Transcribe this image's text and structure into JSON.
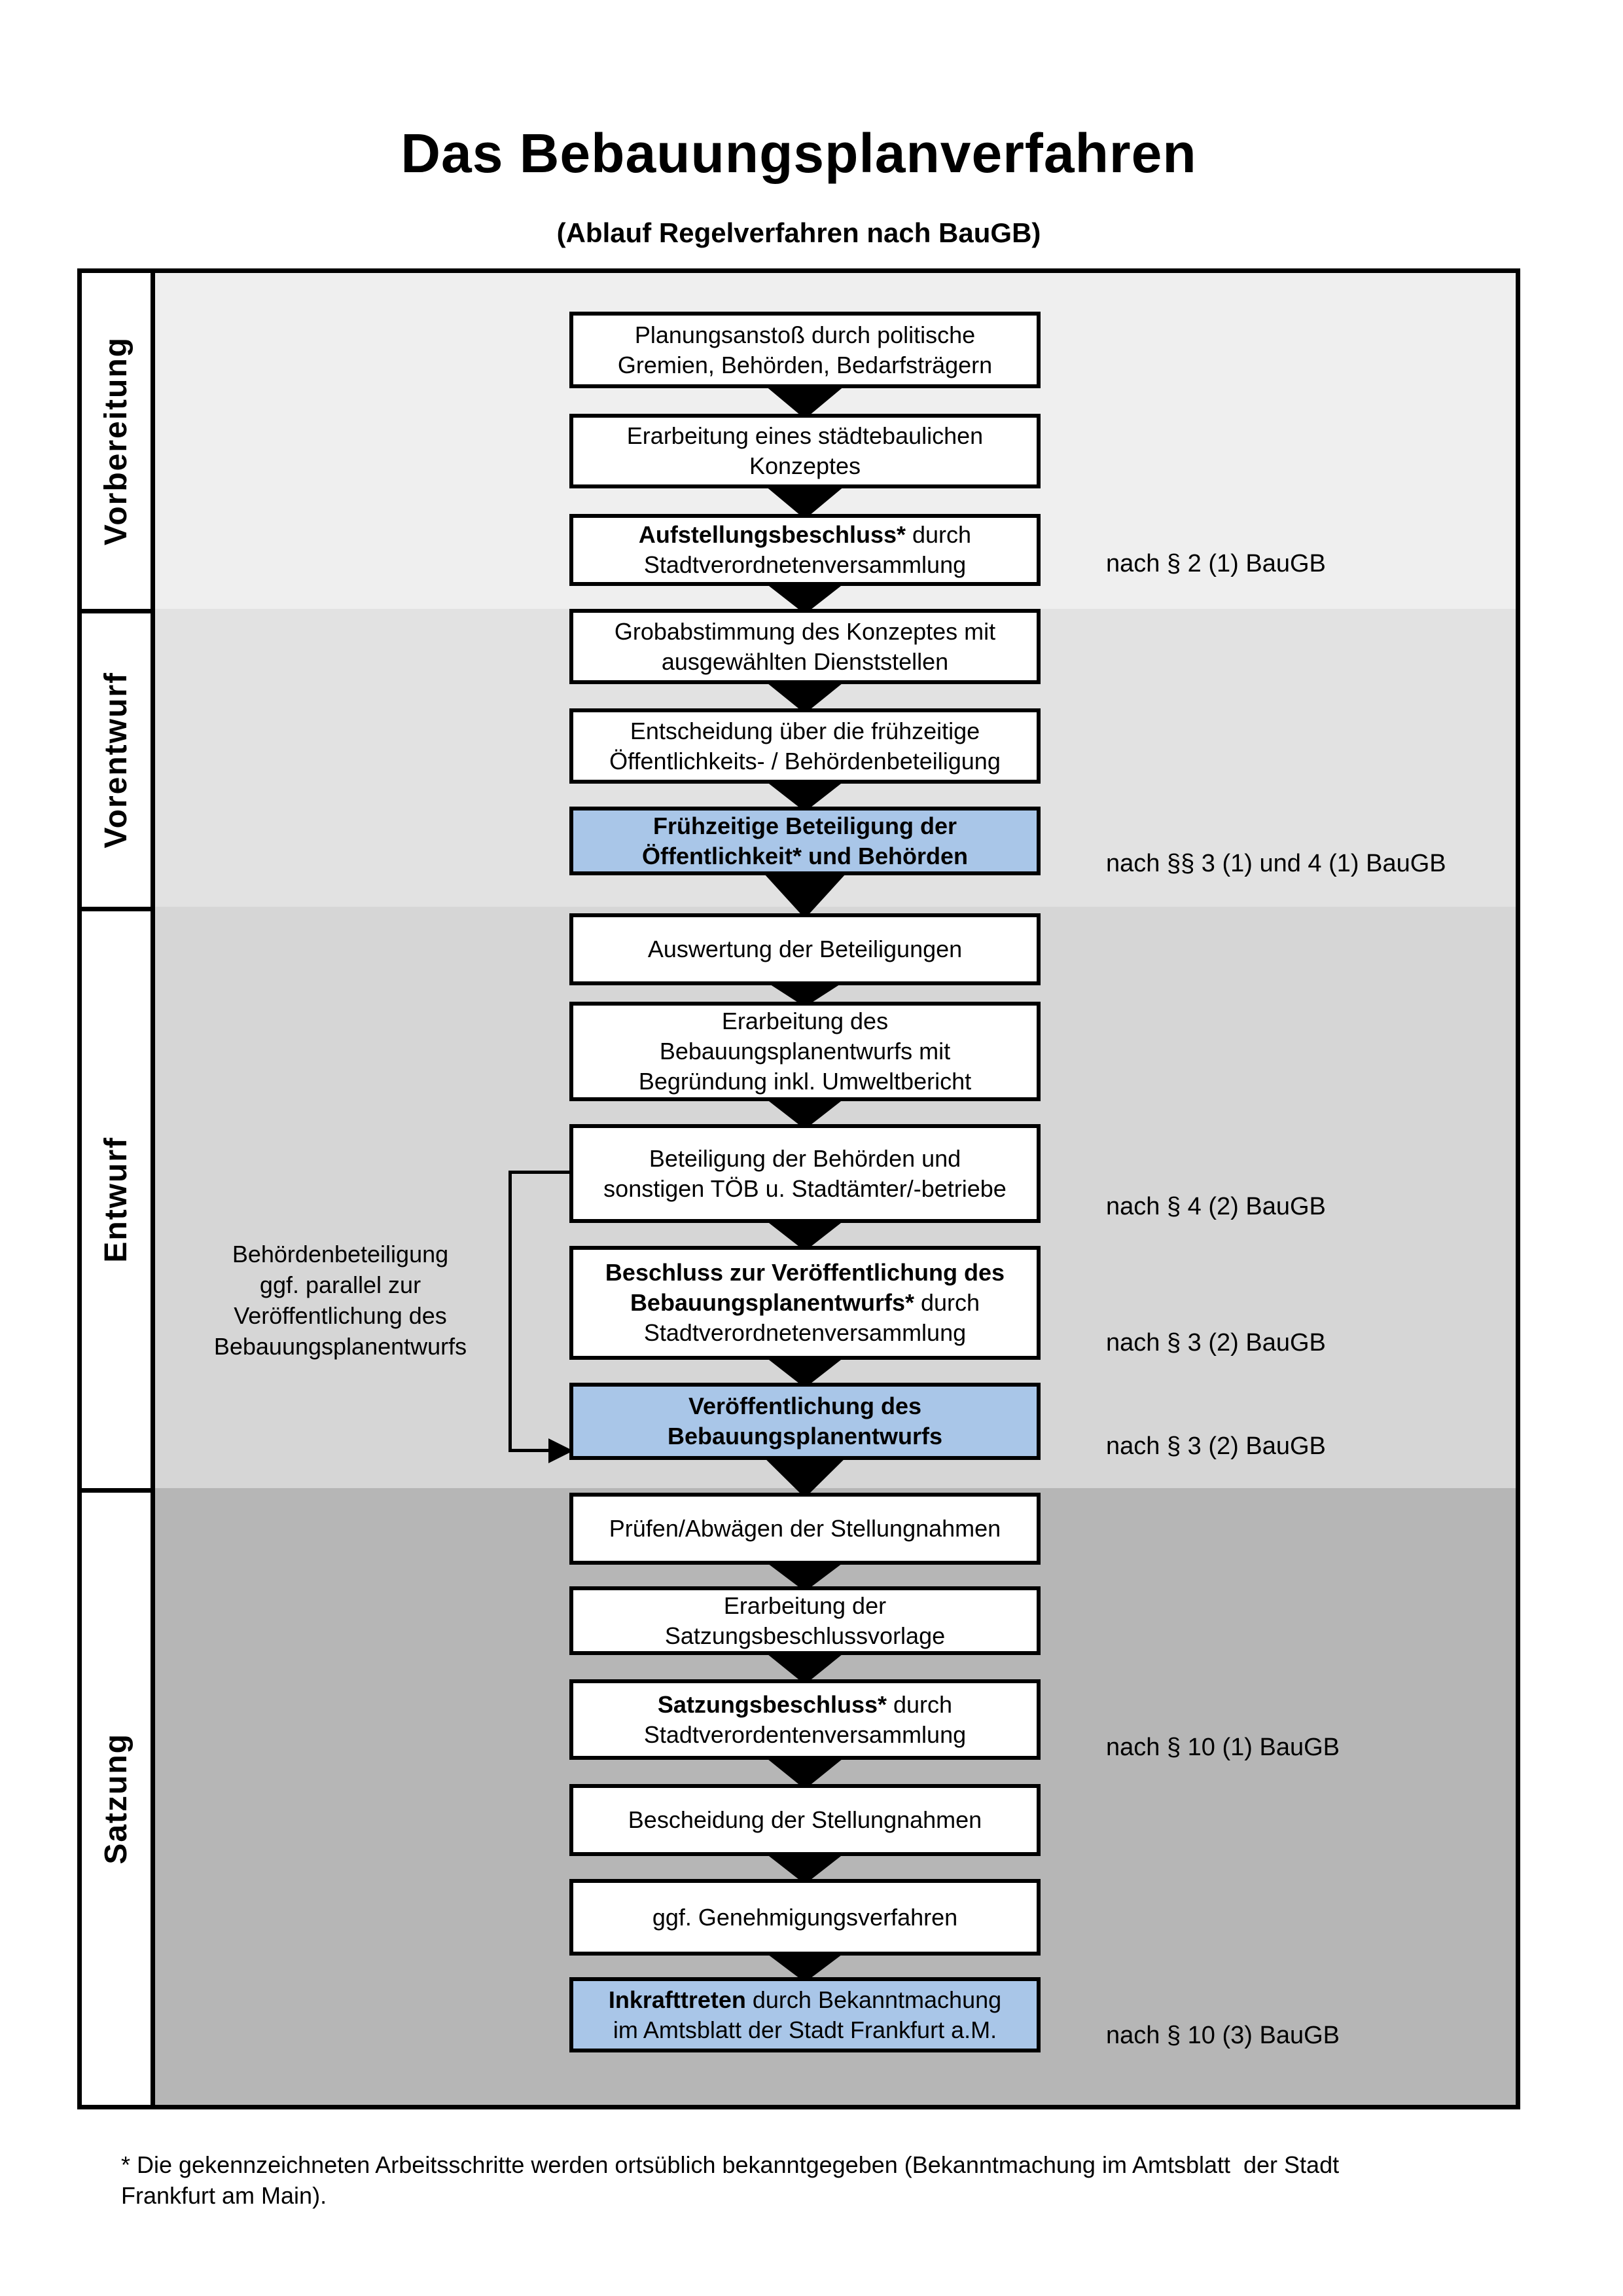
{
  "title": "Das Bebauungsplanverfahren",
  "subtitle": "(Ablauf Regelverfahren nach BauGB)",
  "phases": [
    {
      "label": "Vorbereitung"
    },
    {
      "label": "Vorentwurf"
    },
    {
      "label": "Entwurf"
    },
    {
      "label": "Satzung"
    }
  ],
  "flow": {
    "boxes": [
      {
        "bold": "",
        "rest": "Planungsanstoß durch politische\nGremien, Behörden, Bedarfsträgern"
      },
      {
        "bold": "",
        "rest": "Erarbeitung eines städtebaulichen\nKonzeptes"
      },
      {
        "bold": "Aufstellungsbeschluss*",
        "rest": " durch\nStadtverordnetenversammlung"
      },
      {
        "bold": "",
        "rest": "Grobabstimmung des Konzeptes mit\nausgewählten Dienststellen"
      },
      {
        "bold": "",
        "rest": "Entscheidung über die frühzeitige\nÖffentlichkeits- / Behördenbeteiligung"
      },
      {
        "bold": "Frühzeitige Beteiligung der\nÖffentlichkeit* und Behörden",
        "rest": ""
      },
      {
        "bold": "",
        "rest": "Auswertung der Beteiligungen"
      },
      {
        "bold": "",
        "rest": "Erarbeitung des\nBebauungsplanentwurfs mit\nBegründung inkl. Umweltbericht"
      },
      {
        "bold": "",
        "rest": "Beteiligung der Behörden und\nsonstigen TÖB u. Stadtämter/-betriebe"
      },
      {
        "bold": "Beschluss zur Veröffentlichung des\nBebauungsplanentwurfs*",
        "rest": " durch\nStadtverordnetenversammlung"
      },
      {
        "bold": "Veröffentlichung des\nBebauungsplanentwurfs",
        "rest": ""
      },
      {
        "bold": "",
        "rest": "Prüfen/Abwägen der Stellungnahmen"
      },
      {
        "bold": "",
        "rest": "Erarbeitung der\nSatzungsbeschlussvorlage"
      },
      {
        "bold": "Satzungsbeschluss*",
        "rest": " durch\nStadtverordentenversammlung"
      },
      {
        "bold": "",
        "rest": "Bescheidung der Stellungnahmen"
      },
      {
        "bold": "",
        "rest": "ggf. Genehmigungsverfahren"
      },
      {
        "bold": "Inkrafttreten",
        "rest": " durch Bekanntmachung\nim Amtsblatt der Stadt Frankfurt a.M."
      }
    ],
    "refs": [
      "nach § 2 (1) BauGB",
      "nach §§ 3 (1) und 4 (1) BauGB",
      "nach § 4 (2) BauGB",
      "nach § 3 (2) BauGB",
      "nach § 3 (2) BauGB",
      "nach § 10 (1) BauGB",
      "nach § 10 (3) BauGB"
    ],
    "side_note": "Behördenbeteiligung\nggf. parallel zur\nVeröffentlichung des\nBebauungsplanentwurfs"
  },
  "footnote": "* Die gekennzeichneten Arbeitsschritte werden ortsüblich bekanntgegeben (Bekanntmachung im Amtsblatt  der Stadt\nFrankfurt am Main).",
  "colors": {
    "highlight_blue": "#a9c6e8",
    "phase_backgrounds": [
      "#efefef",
      "#e2e2e2",
      "#d6d6d6",
      "#b6b6b6"
    ],
    "box_border": "#000000"
  }
}
